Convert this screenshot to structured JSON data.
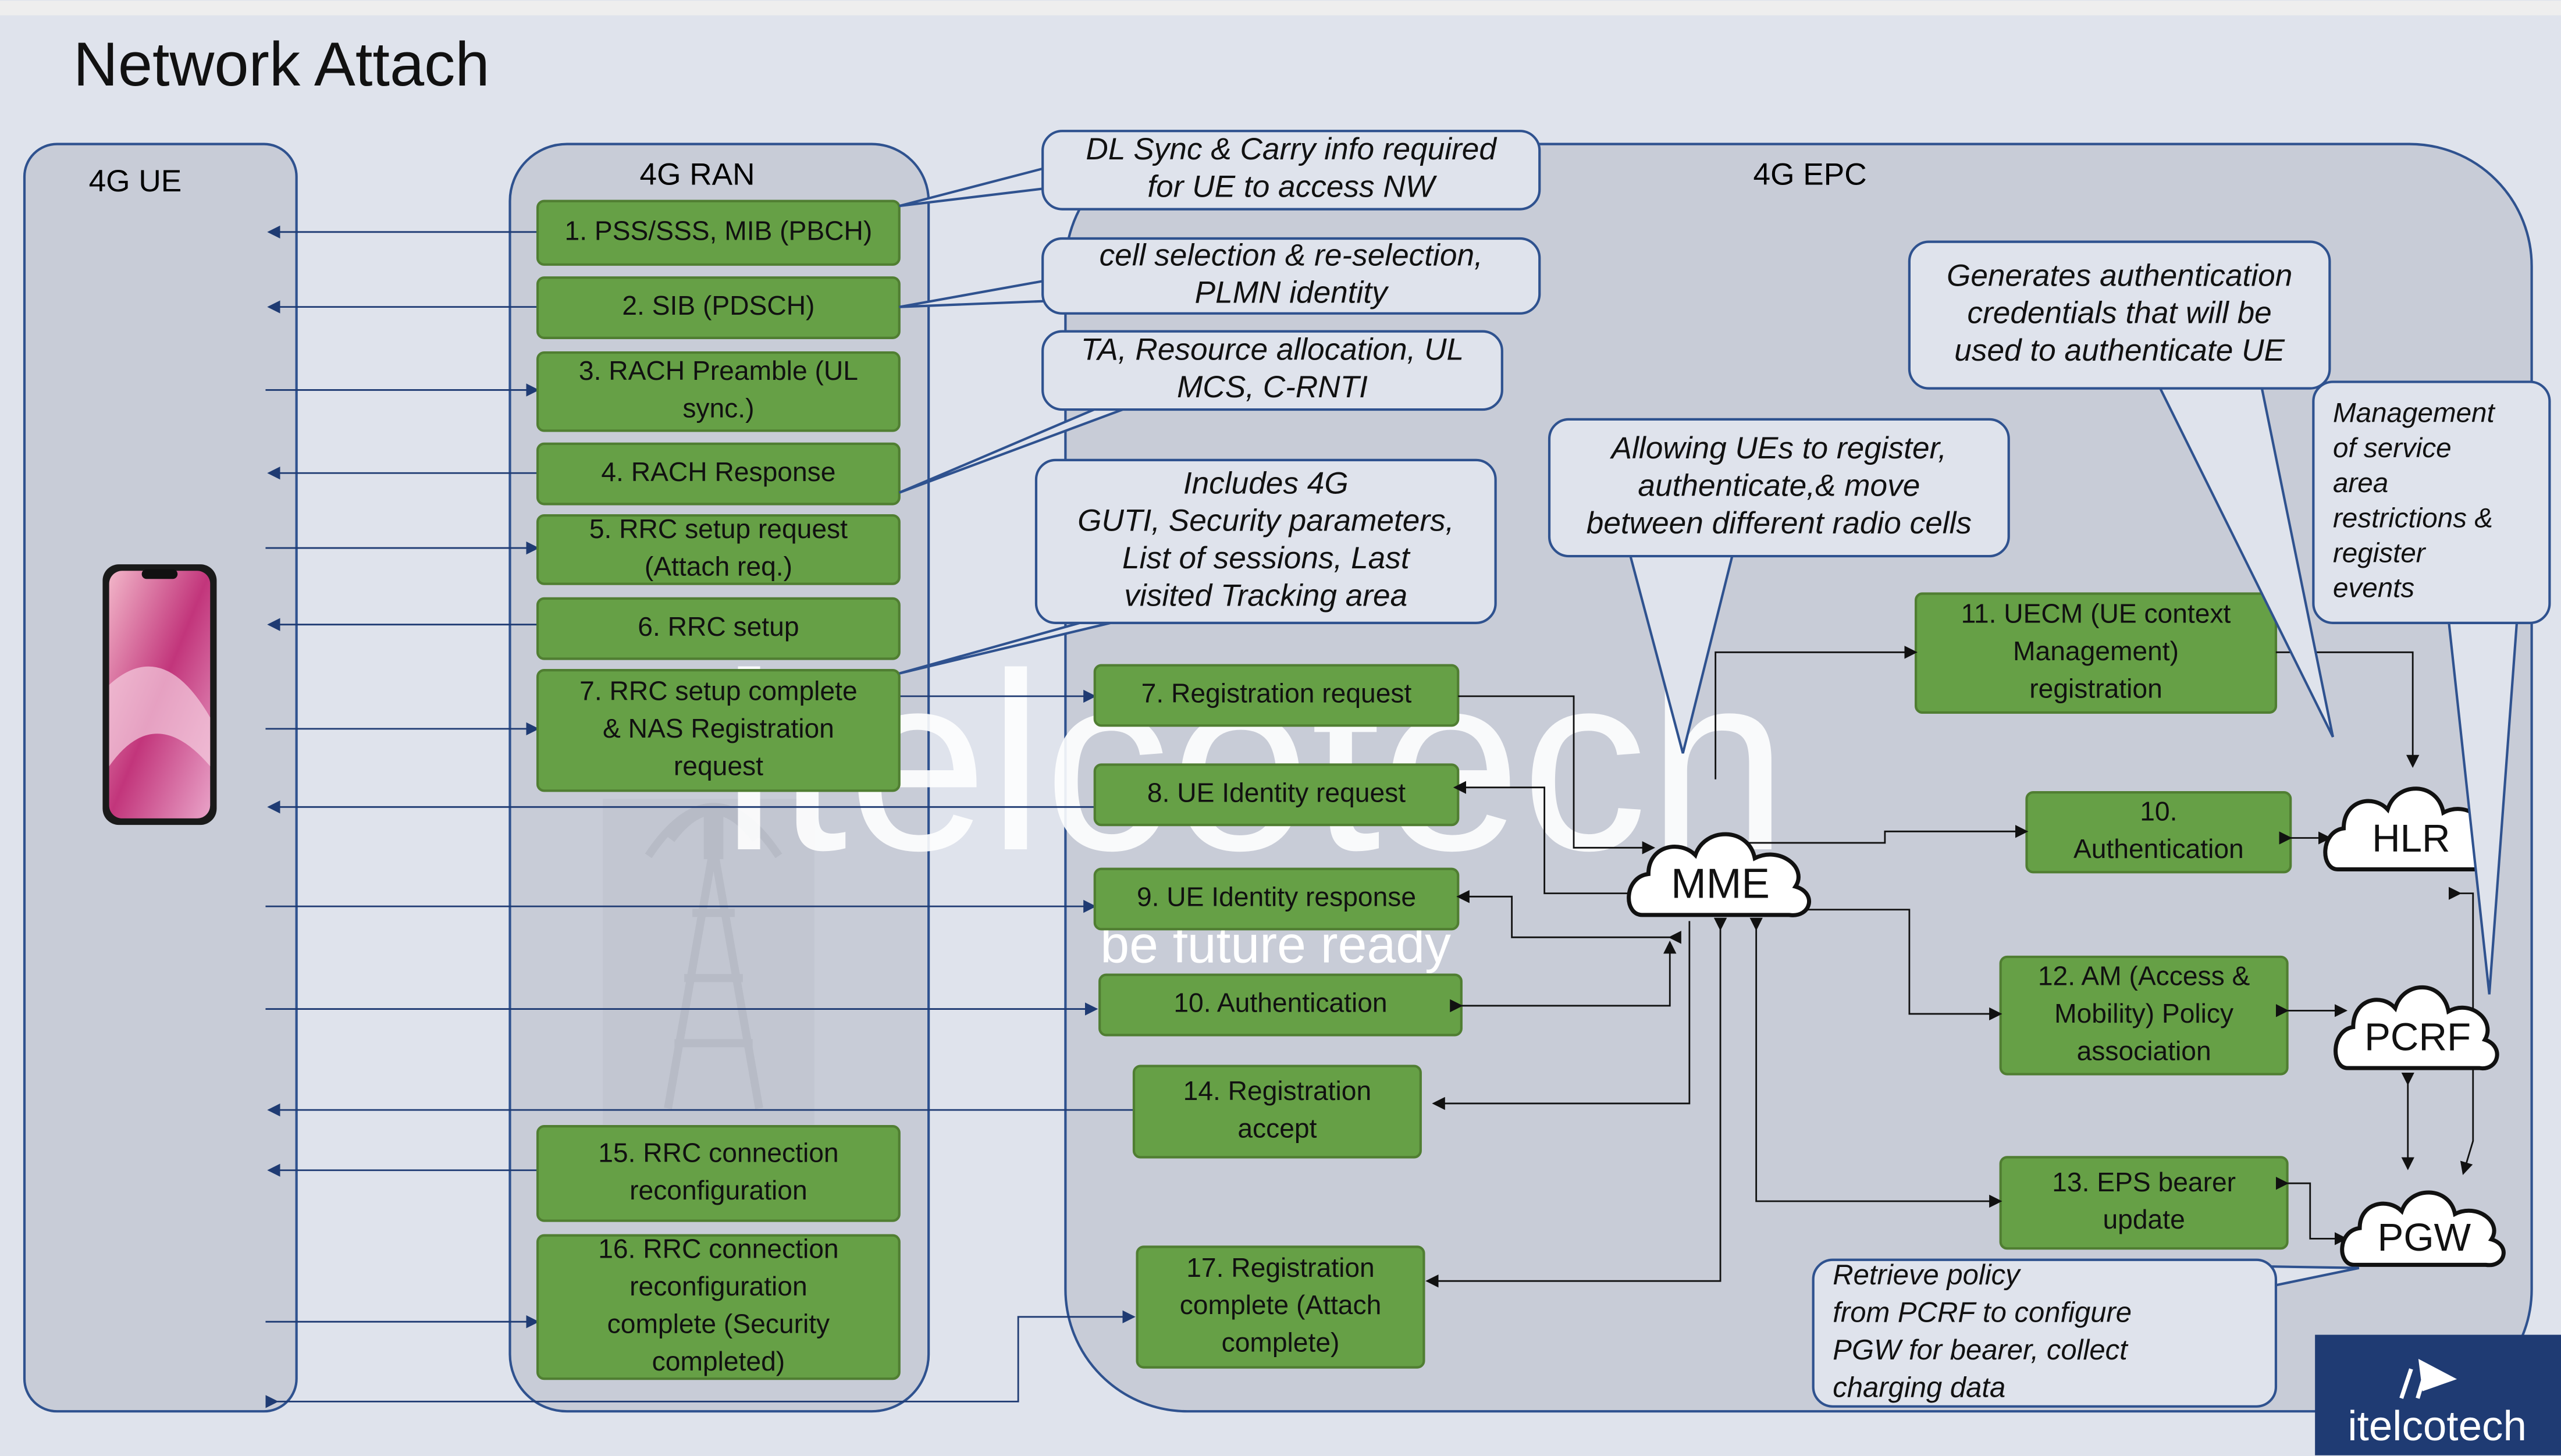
{
  "slide": {
    "title": "Network Attach"
  },
  "columns": {
    "ue": "4G UE",
    "ran": "4G RAN",
    "epc": "4G EPC"
  },
  "ran_steps": [
    [
      "1. PSS/SSS, MIB (PBCH)"
    ],
    [
      "2. SIB (PDSCH)"
    ],
    [
      "3. RACH Preamble (UL",
      "sync.)"
    ],
    [
      "4. RACH Response"
    ],
    [
      "5. RRC setup request",
      "(Attach req.)"
    ],
    [
      "6. RRC setup"
    ],
    [
      "7. RRC setup complete",
      "& NAS Registration",
      "request"
    ],
    [
      "15. RRC connection",
      "reconfiguration"
    ],
    [
      "16. RRC connection",
      "reconfiguration",
      "complete (Security",
      "completed)"
    ]
  ],
  "epc_steps": [
    [
      "7. Registration request"
    ],
    [
      "8. UE Identity request"
    ],
    [
      "9. UE Identity response"
    ],
    [
      "10. Authentication"
    ],
    [
      "14. Registration",
      "accept"
    ],
    [
      "17. Registration",
      "complete (Attach",
      "complete)"
    ],
    [
      "11. UECM (UE context",
      "Management)",
      "registration"
    ],
    [
      "10.",
      "Authentication"
    ],
    [
      "12. AM (Access &",
      "Mobility) Policy",
      "association"
    ],
    [
      "13. EPS bearer",
      "update"
    ]
  ],
  "nodes": {
    "mme": "MME",
    "hlr": "HLR",
    "pcrf": "PCRF",
    "pgw": "PGW"
  },
  "callouts": [
    [
      "DL  Sync & Carry info required",
      "for UE to access NW"
    ],
    [
      "cell selection & re-selection,",
      "PLMN identity"
    ],
    [
      "TA, Resource allocation, UL",
      "MCS, C-RNTI"
    ],
    [
      "Includes 4G",
      "GUTI, Security parameters,",
      "List of sessions, Last",
      "visited Tracking area"
    ],
    [
      "Allowing UEs to register,",
      "authenticate,& move",
      "between different radio cells"
    ],
    [
      "Generates authentication",
      "credentials that will be",
      "used to authenticate UE"
    ],
    [
      "Management",
      "of service",
      "area",
      "restrictions &",
      "register",
      "events"
    ],
    [
      "Retrieve policy",
      "from PCRF to configure",
      "PGW for bearer, collect",
      "charging data"
    ]
  ],
  "watermark": {
    "brand": "itelcotech",
    "tagline": "be future ready"
  },
  "logo": {
    "text": "itelcotech"
  },
  "colors": {
    "background": "#dfe3ec",
    "panel": "#c8ccd7",
    "outline": "#2f528f",
    "step_fill": "#66a046",
    "step_border": "#507e32",
    "logo_bg": "#1f3b73"
  }
}
